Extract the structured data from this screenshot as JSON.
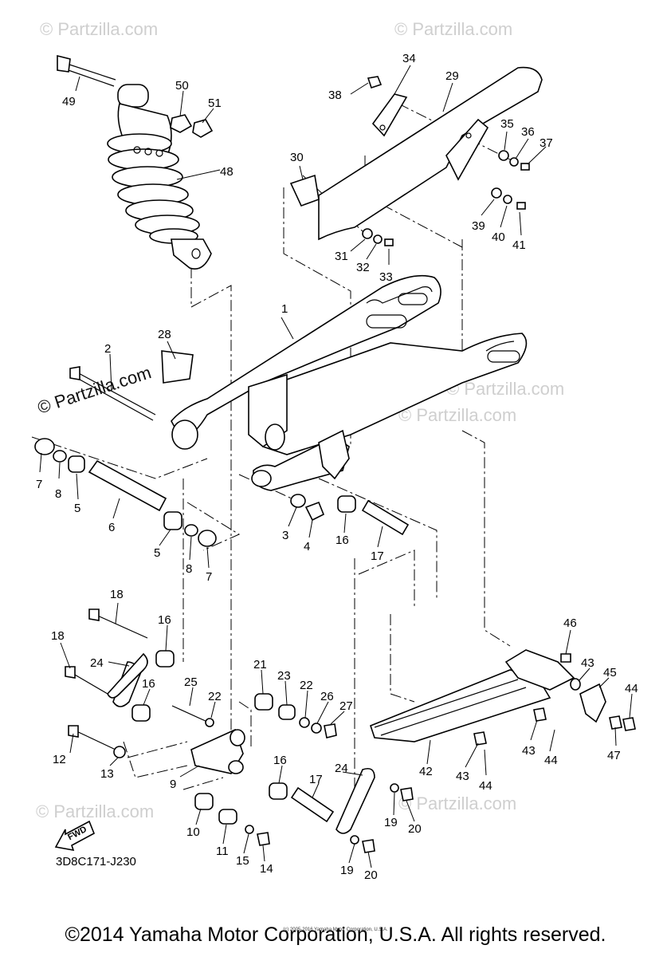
{
  "watermark": "© Partzilla.com",
  "diagram_code": "3D8C171-J230",
  "fwd_label": "FWD",
  "copyright": "©2014 Yamaha Motor Corporation, U.S.A. All rights reserved.",
  "fine_print": "(c) 2005-2016 Yamaha Motor Corporation, U.S.A.",
  "callouts": {
    "n1": "1",
    "n2": "2",
    "n3": "3",
    "n4": "4",
    "n5a": "5",
    "n5b": "5",
    "n6": "6",
    "n7a": "7",
    "n7b": "7",
    "n8a": "8",
    "n8b": "8",
    "n9": "9",
    "n10": "10",
    "n11": "11",
    "n12": "12",
    "n13": "13",
    "n14": "14",
    "n15": "15",
    "n16a": "16",
    "n16b": "16",
    "n16c": "16",
    "n16d": "16",
    "n17a": "17",
    "n17b": "17",
    "n18a": "18",
    "n18b": "18",
    "n19a": "19",
    "n19b": "19",
    "n20a": "20",
    "n20b": "20",
    "n21": "21",
    "n22a": "22",
    "n22b": "22",
    "n23": "23",
    "n24a": "24",
    "n24b": "24",
    "n25": "25",
    "n26": "26",
    "n27": "27",
    "n28": "28",
    "n29": "29",
    "n30": "30",
    "n31": "31",
    "n32": "32",
    "n33": "33",
    "n34": "34",
    "n35": "35",
    "n36": "36",
    "n37": "37",
    "n38": "38",
    "n39": "39",
    "n40": "40",
    "n41": "41",
    "n42": "42",
    "n43a": "43",
    "n43b": "43",
    "n43c": "43",
    "n44a": "44",
    "n44b": "44",
    "n44c": "44",
    "n45": "45",
    "n46": "46",
    "n47": "47",
    "n48": "48",
    "n49": "49",
    "n50": "50",
    "n51": "51"
  }
}
